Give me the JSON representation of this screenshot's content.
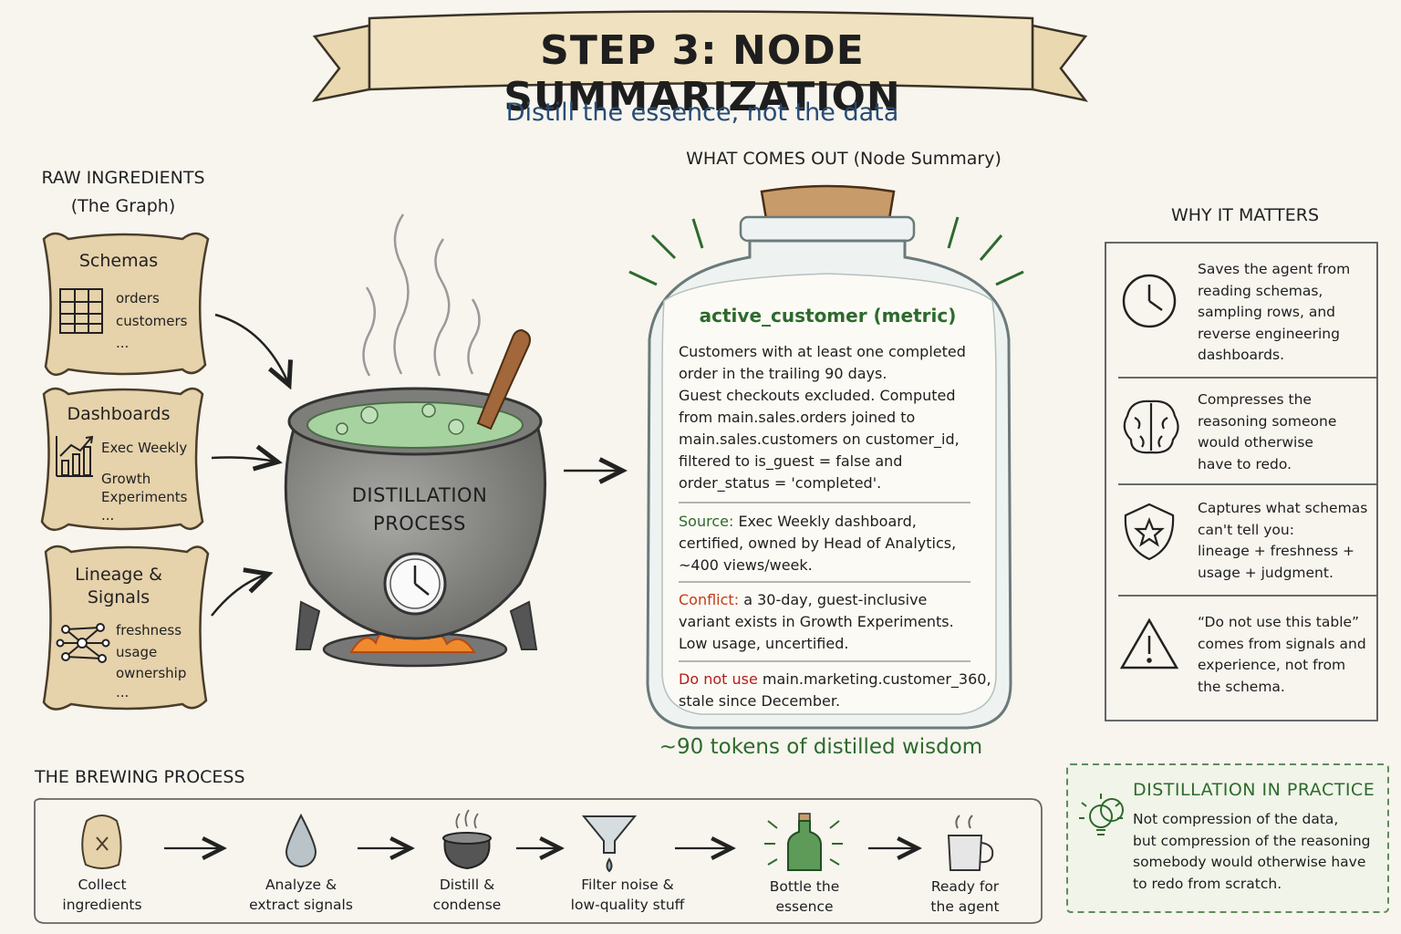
{
  "title": "STEP 3: NODE SUMMARIZATION",
  "subtitle": "Distill the essence, not the data",
  "raw_ingredients": {
    "heading_line1": "RAW INGREDIENTS",
    "heading_line2": "(The Graph)",
    "sacks": [
      {
        "title": "Schemas",
        "items": [
          "orders",
          "customers",
          "..."
        ],
        "icon": "table-icon"
      },
      {
        "title": "Dashboards",
        "items": [
          "Exec Weekly",
          "Growth",
          "Experiments",
          "..."
        ],
        "icon": "chart-icon"
      },
      {
        "title_line1": "Lineage &",
        "title_line2": "Signals",
        "items": [
          "freshness",
          "usage",
          "ownership",
          "..."
        ],
        "icon": "network-icon"
      }
    ]
  },
  "cauldron": {
    "label_line1": "DISTILLATION",
    "label_line2": "PROCESS"
  },
  "output": {
    "heading": "WHAT COMES OUT (Node Summary)",
    "jar_title": "active_customer (metric)",
    "description": [
      "Customers with at least one completed",
      "order in the trailing 90 days.",
      "Guest checkouts excluded. Computed",
      "from main.sales.orders joined to",
      "main.sales.customers on customer_id,",
      "filtered to is_guest = false and",
      "order_status = 'completed'."
    ],
    "source_label": "Source:",
    "source_lines": [
      "Exec Weekly dashboard,",
      "certified, owned by Head of Analytics,",
      "~400 views/week."
    ],
    "conflict_label": "Conflict:",
    "conflict_lines": [
      "a 30-day, guest-inclusive",
      "variant exists in Growth Experiments.",
      "Low usage, uncertified."
    ],
    "donot_label": "Do not use",
    "donot_lines": [
      "main.marketing.customer_360,",
      "stale since December."
    ],
    "tokens": "~90 tokens of distilled wisdom"
  },
  "why_it_matters": {
    "heading": "WHY IT MATTERS",
    "items": [
      {
        "icon": "clock-icon",
        "lines": [
          "Saves the agent from",
          "reading schemas,",
          "sampling rows, and",
          "reverse engineering",
          "dashboards."
        ]
      },
      {
        "icon": "brain-icon",
        "lines": [
          "Compresses the",
          "reasoning someone",
          "would otherwise",
          "have to redo."
        ]
      },
      {
        "icon": "shield-star-icon",
        "lines": [
          "Captures what schemas",
          "can't tell you:",
          "lineage + freshness +",
          "usage + judgment."
        ]
      },
      {
        "icon": "warning-icon",
        "lines": [
          "“Do not use this table”",
          "comes from signals and",
          "experience, not from",
          "the schema."
        ]
      }
    ]
  },
  "brewing_process": {
    "heading": "THE BREWING PROCESS",
    "steps": [
      {
        "icon": "sack-icon",
        "lines": [
          "Collect",
          "ingredients"
        ]
      },
      {
        "icon": "drop-icon",
        "lines": [
          "Analyze &",
          "extract signals"
        ]
      },
      {
        "icon": "cauldron-icon",
        "lines": [
          "Distill &",
          "condense"
        ]
      },
      {
        "icon": "funnel-icon",
        "lines": [
          "Filter noise &",
          "low-quality stuff"
        ]
      },
      {
        "icon": "bottle-icon",
        "lines": [
          "Bottle the",
          "essence"
        ]
      },
      {
        "icon": "mug-icon",
        "lines": [
          "Ready for",
          "the agent"
        ]
      }
    ]
  },
  "distillation_in_practice": {
    "heading": "DISTILLATION IN PRACTICE",
    "lines": [
      "Not compression of the data,",
      "but compression of the reasoning",
      "somebody would otherwise have",
      "to redo from scratch."
    ]
  },
  "colors": {
    "green": "#2d6a2d",
    "red": "#c23b18",
    "blue": "#274b75",
    "sack": "#e6d2ab",
    "cauldron": "#8c8c8c"
  }
}
